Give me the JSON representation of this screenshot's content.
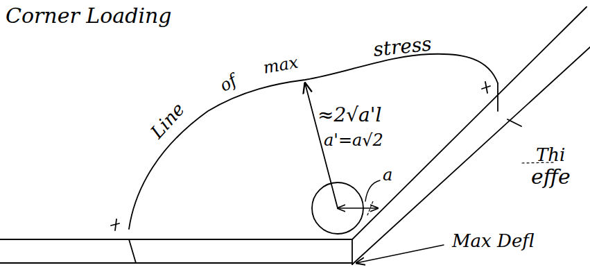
{
  "diagram": {
    "title": "Corner Loading",
    "labels": [
      "Line",
      "of",
      "max",
      "stress",
      "≈2√a'l",
      "a'=a√2",
      "a",
      "Thi",
      "effe",
      "Max Defl"
    ]
  }
}
